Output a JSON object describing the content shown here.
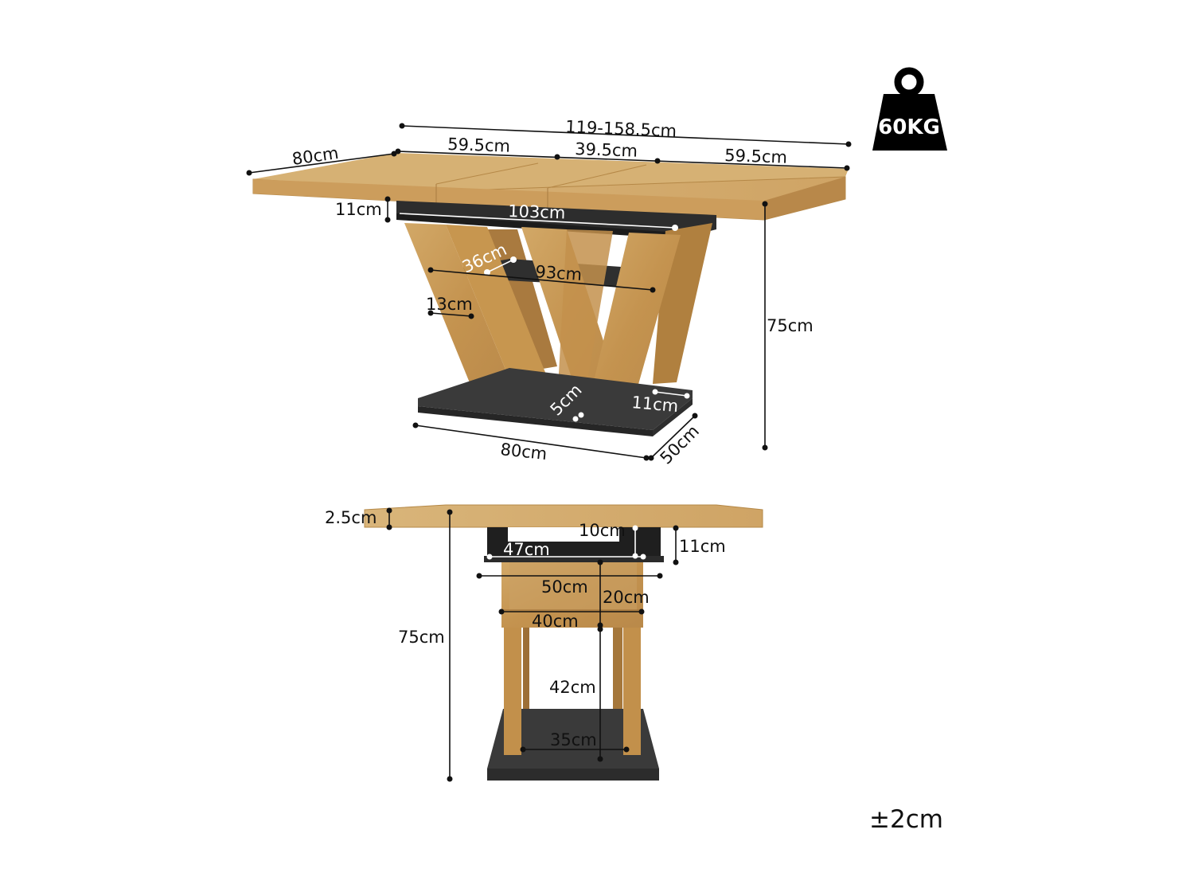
{
  "weight_badge": {
    "label": "60KG",
    "icon": "weight-icon"
  },
  "tolerance": "±2cm",
  "top_view": {
    "total_length": "119-158.5cm",
    "segment_left": "59.5cm",
    "segment_middle": "39.5cm",
    "segment_right": "59.5cm",
    "depth": "80cm",
    "apron_height": "11cm",
    "apron_length": "103cm",
    "shelf_depth": "36cm",
    "shelf_length": "93cm",
    "leg_width": "13cm",
    "height": "75cm",
    "base_gap": "5cm",
    "base_overhang": "11cm",
    "base_length": "80cm",
    "base_depth": "50cm"
  },
  "side_view": {
    "top_thickness": "2.5cm",
    "inner_gap": "10cm",
    "apron_height": "11cm",
    "apron_width": "47cm",
    "frame_width": "50cm",
    "box_height": "20cm",
    "inner_width": "40cm",
    "height": "75cm",
    "clearance": "42cm",
    "leg_spacing": "35cm"
  },
  "colors": {
    "oak": "#c89a58",
    "oak_dark": "#a8773c",
    "anthracite": "#3a3a3a",
    "ink": "#111111"
  }
}
